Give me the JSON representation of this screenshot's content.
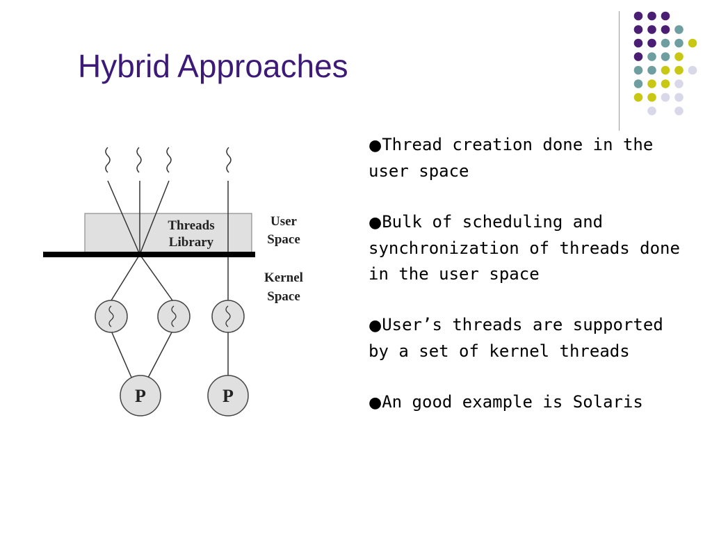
{
  "slide": {
    "title": "Hybrid Approaches",
    "accent_colors": {
      "title": "#3d1a78",
      "dot_purple": "#4a1f73",
      "dot_teal": "#6f9ea0",
      "dot_lime": "#c8c814",
      "dot_lavender": "#d8d8e8"
    }
  },
  "diagram": {
    "threads_library_line1": "Threads",
    "threads_library_line2": "Library",
    "user_space_line1": "User",
    "user_space_line2": "Space",
    "kernel_space_line1": "Kernel",
    "kernel_space_line2": "Space",
    "processor_1": "P",
    "processor_2": "P"
  },
  "bullets": [
    {
      "symbol": "●",
      "text": "Thread creation done in the user space"
    },
    {
      "symbol": "●",
      "text": "Bulk of scheduling and synchronization of threads done in the user space"
    },
    {
      "symbol": "●",
      "text": "User’s threads are supported by a set of kernel threads"
    },
    {
      "symbol": "●",
      "text": "An good example is Solaris"
    }
  ]
}
